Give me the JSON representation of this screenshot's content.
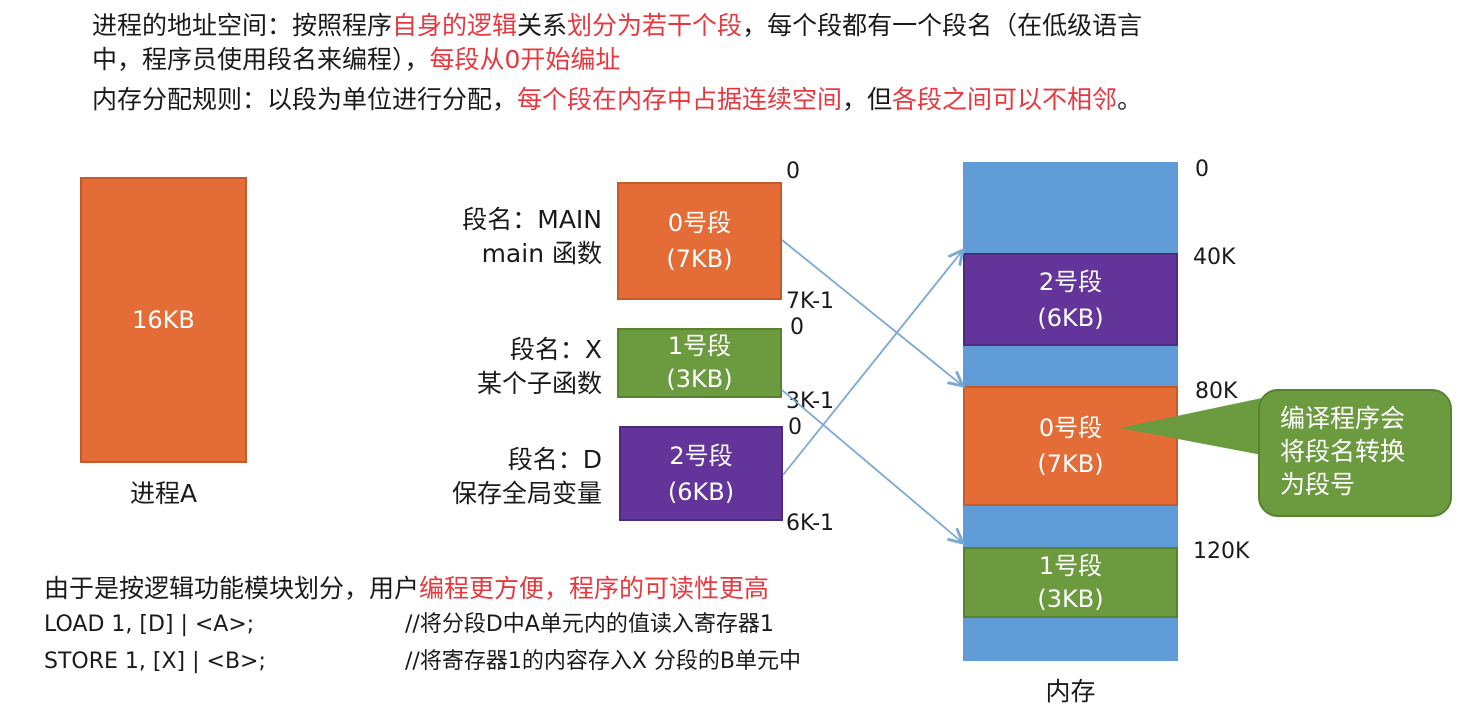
{
  "header": {
    "line1": [
      {
        "t": "进程的地址空间：按照程序",
        "red": false
      },
      {
        "t": "自身的逻辑",
        "red": true
      },
      {
        "t": "关系",
        "red": false
      },
      {
        "t": "划分为若干个段",
        "red": true
      },
      {
        "t": "，每个段都有一个段名（在低级语言",
        "red": false
      }
    ],
    "line2": [
      {
        "t": "中，程序员使用段名来编程），",
        "red": false
      },
      {
        "t": "每段从0开始编址",
        "red": true
      }
    ],
    "line3": [
      {
        "t": "内存分配规则：以段为单位进行分配，",
        "red": false
      },
      {
        "t": "每个段在内存中占据连续空间",
        "red": true
      },
      {
        "t": "，但",
        "red": false
      },
      {
        "t": "各段之间可以不相邻",
        "red": true
      },
      {
        "t": "。",
        "red": false
      }
    ]
  },
  "process": {
    "size": "16KB",
    "caption": "进程A"
  },
  "segments": [
    {
      "name_line1": "段名：MAIN",
      "name_line2": "main 函数",
      "title": "0号段",
      "size": "(7KB)",
      "start": "0",
      "end": "7K-1"
    },
    {
      "name_line1": "段名：X",
      "name_line2": "某个子函数",
      "title": "1号段",
      "size": "(3KB)",
      "start": "0",
      "end": "3K-1"
    },
    {
      "name_line1": "段名：D",
      "name_line2": "保存全局变量",
      "title": "2号段",
      "size": "(6KB)",
      "start": "0",
      "end": "6K-1"
    }
  ],
  "memory": {
    "caption": "内存",
    "addresses": [
      "0",
      "40K",
      "80K",
      "120K"
    ],
    "blocks": [
      {
        "title": "2号段",
        "size": "(6KB)"
      },
      {
        "title": "0号段",
        "size": "(7KB)"
      },
      {
        "title": "1号段",
        "size": "(3KB)"
      }
    ]
  },
  "callout": {
    "text_line1": "编译程序会",
    "text_line2": "将段名转换",
    "text_line3": "为段号"
  },
  "footer": {
    "line1": [
      {
        "t": "由于是按逻辑功能模块划分，用户",
        "red": false
      },
      {
        "t": "编程更方便，程序的可读性更高",
        "red": true
      }
    ],
    "code": [
      {
        "instr": "LOAD 1, [D] | <A>;",
        "comment": "//将分段D中A单元内的值读入寄存器1"
      },
      {
        "instr": "STORE 1, [X] | <B>;",
        "comment": "//将寄存器1的内容存入X 分段的B单元中"
      }
    ]
  },
  "colors": {
    "orange": "#e46c36",
    "green": "#6c9a3f",
    "purple": "#63359a",
    "blue": "#5f9bd6",
    "red": "#e8383f",
    "arrow": "#7aa8d6"
  }
}
